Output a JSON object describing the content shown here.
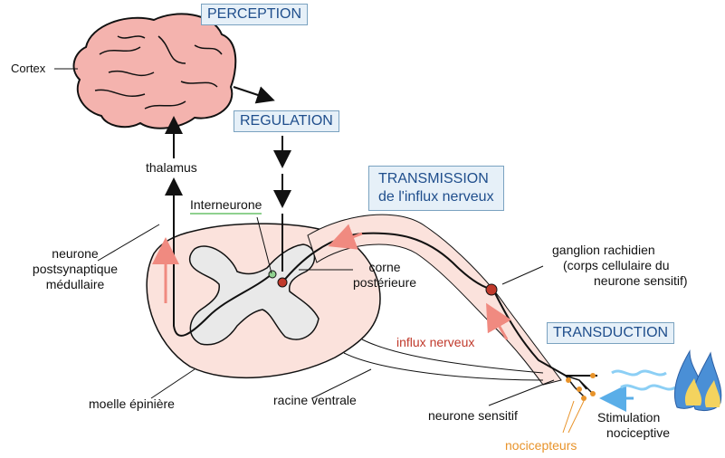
{
  "boxes": {
    "perception": "PERCEPTION",
    "regulation": "REGULATION",
    "transmission_title": "TRANSMISSION",
    "transmission_sub": "de l'influx nerveux",
    "transduction": "TRANSDUCTION"
  },
  "labels": {
    "cortex": "Cortex",
    "thalamus": "thalamus",
    "interneurone": "Interneurone",
    "corne_line1": "corne",
    "corne_line2": "postérieure",
    "neurone_post_1": "neurone",
    "neurone_post_2": "postsynaptique",
    "neurone_post_3": "médullaire",
    "ganglion_1": "ganglion rachidien",
    "ganglion_2": "(corps cellulaire du",
    "ganglion_3": "neurone sensitif)",
    "influx": "influx nerveux",
    "moelle": "moelle épinière",
    "racine": "racine ventrale",
    "neurone_sensitif": "neurone sensitif",
    "stimulation_1": "Stimulation",
    "stimulation_2": "nociceptive",
    "nocicepteurs": "nocicepteurs"
  },
  "colors": {
    "box_fill": "#e6f0f8",
    "box_border": "#7aa2c0",
    "box_text": "#1f4e8c",
    "brain_fill": "#f4b3ae",
    "spinal_fill": "#fbe2dc",
    "gray_matter": "#e9e9e9",
    "arrow_red": "#f08a80",
    "arrow_blue": "#5aaee8",
    "orange": "#e8932a",
    "flame": "#4a8fd6"
  }
}
